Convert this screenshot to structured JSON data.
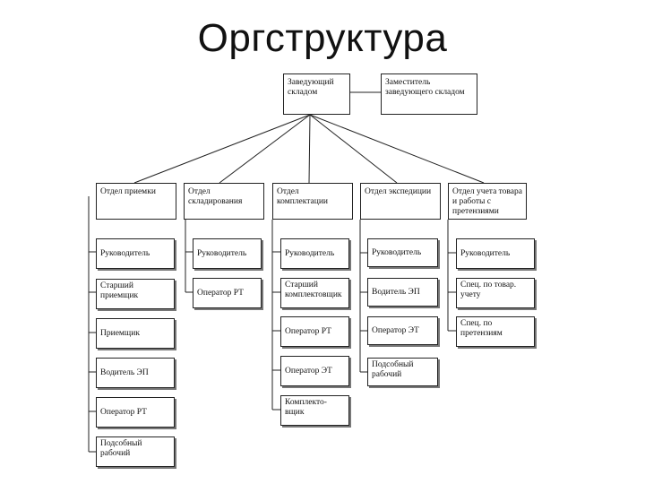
{
  "title": "Оргструктура",
  "head": {
    "chief": "Заведующий складом",
    "deputy": "Заместитель заведующего складом"
  },
  "departments": [
    {
      "name": "Отдел приемки",
      "staff": [
        "Руководитель",
        "Старший приемщик",
        "Приемщик",
        "Водитель ЭП",
        "Оператор РТ",
        "Подсобный рабочий"
      ]
    },
    {
      "name": "Отдел складирования",
      "staff": [
        "Руководитель",
        "Оператор РТ"
      ]
    },
    {
      "name": "Отдел комплектации",
      "staff": [
        "Руководитель",
        "Старший комплектовщик",
        "Оператор РТ",
        "Оператор ЭТ",
        "Комплекто-вщик"
      ]
    },
    {
      "name": "Отдел экспедиции",
      "staff": [
        "Руководитель",
        "Водитель ЭП",
        "Оператор ЭТ",
        "Подсобный рабочий"
      ]
    },
    {
      "name": "Отдел учета товара и работы с претензиями",
      "staff": [
        "Руководитель",
        "Спец. по товар. учету",
        "Спец. по претензиям"
      ]
    }
  ]
}
